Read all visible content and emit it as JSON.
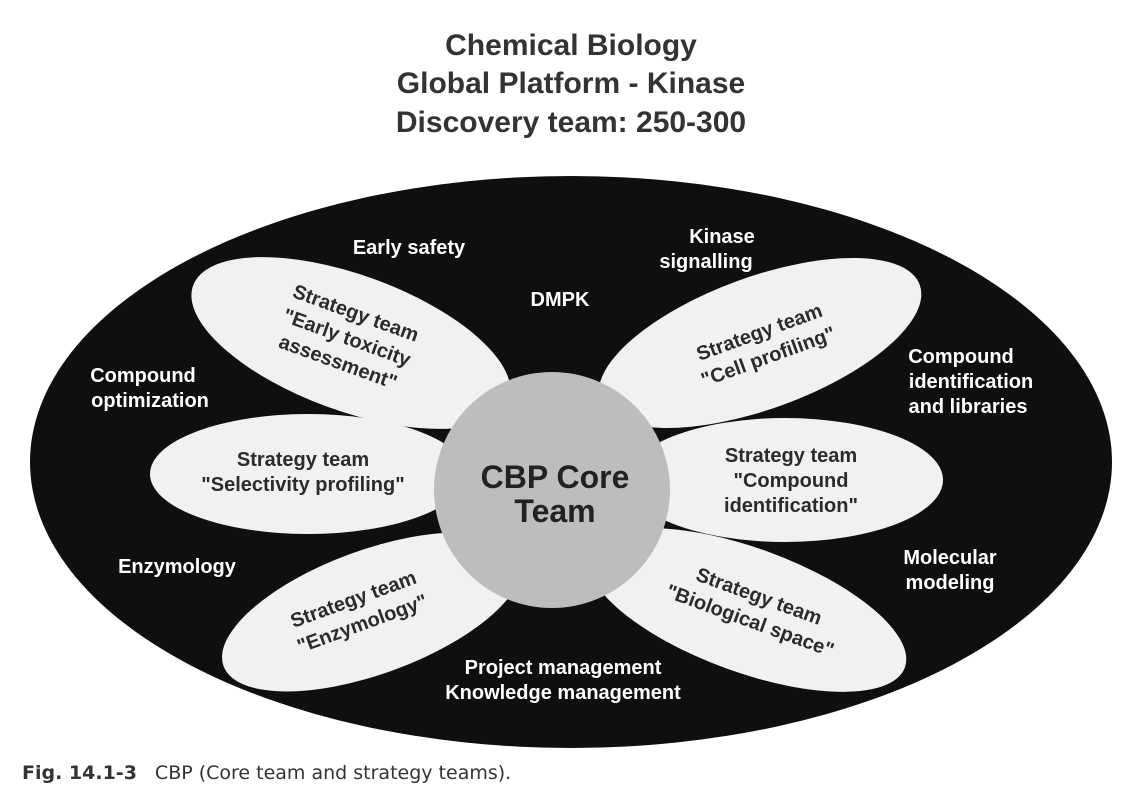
{
  "title": {
    "line1": "Chemical Biology",
    "line2": "Global Platform - Kinase",
    "line3": "Discovery team: 250-300"
  },
  "core": {
    "line1": "CBP Core",
    "line2": "Team"
  },
  "outer_labels": {
    "early_safety": "Early safety",
    "dmpk": "DMPK",
    "kinase_1": "Kinase",
    "kinase_2": "signalling",
    "compound_opt_1": "Compound",
    "compound_opt_2": "optimization",
    "compound_id_1": "Compound",
    "compound_id_2": "identification",
    "compound_id_3": "and libraries",
    "enzymology": "Enzymology",
    "molecular_1": "Molecular",
    "molecular_2": "modeling",
    "pm_1": "Project management",
    "pm_2": "Knowledge management"
  },
  "petals": {
    "tox_1": "Strategy team",
    "tox_2": "\"Early toxicity",
    "tox_3": "assessment\"",
    "cell_1": "Strategy team",
    "cell_2": "\"Cell profiling\"",
    "sel_1": "Strategy team",
    "sel_2": "\"Selectivity profiling\"",
    "cid_1": "Strategy team",
    "cid_2": "\"Compound",
    "cid_3": "identification\"",
    "enz_1": "Strategy team",
    "enz_2": "\"Enzymology\"",
    "bio_1": "Strategy team",
    "bio_2": "\"Biological space\""
  },
  "caption": {
    "fig": "Fig. 14.1-3",
    "text": "CBP (Core team and strategy teams)."
  }
}
